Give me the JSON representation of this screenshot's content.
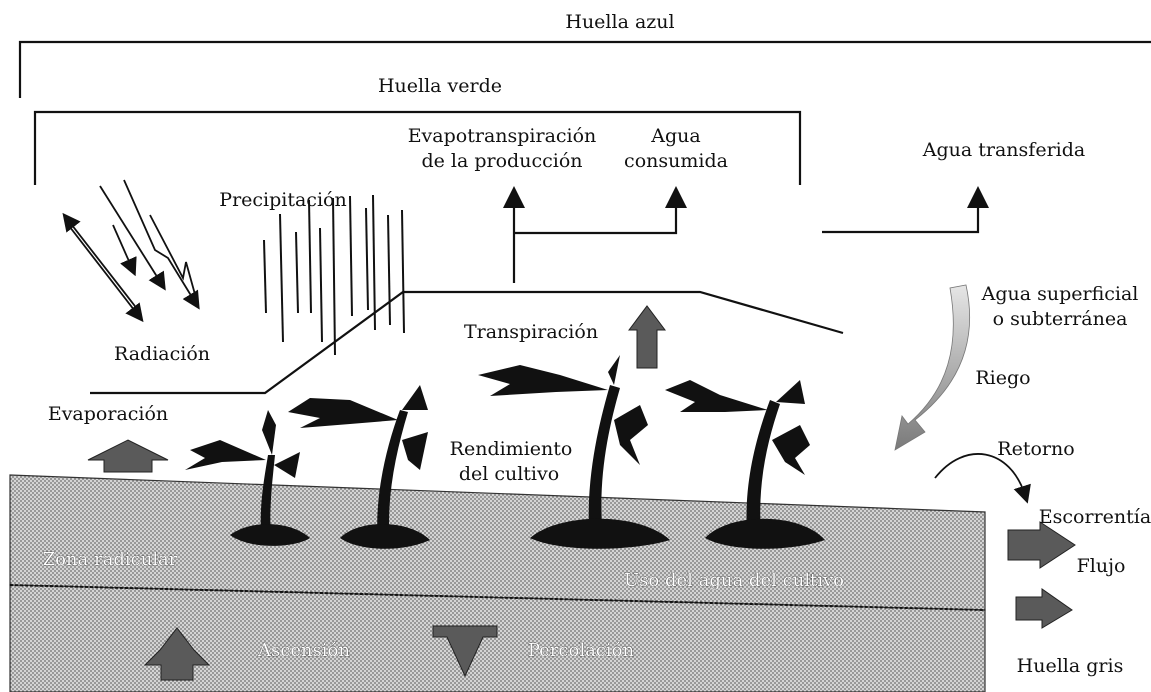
{
  "labels": {
    "huella_azul": "Huella azul",
    "huella_verde": "Huella verde",
    "evapotranspiracion_l1": "Evapotranspiración",
    "evapotranspiracion_l2": "de la producción",
    "agua_consumida_l1": "Agua",
    "agua_consumida_l2": "consumida",
    "agua_transferida": "Agua transferida",
    "precipitacion": "Precipitación",
    "radiacion": "Radiación",
    "transpiracion": "Transpiración",
    "agua_superficial_l1": "Agua superficial",
    "agua_superficial_l2": "o subterránea",
    "riego": "Riego",
    "evaporacion": "Evaporación",
    "rendimiento_l1": "Rendimiento",
    "rendimiento_l2": "del cultivo",
    "retorno": "Retorno",
    "escorrentia": "Escorrentía",
    "flujo": "Flujo",
    "zona_radicular": "Zona radicular",
    "uso_agua": "Uso del agua del cultivo",
    "ascension": "Ascensión",
    "percolacion": "Percolación",
    "huella_gris": "Huella gris"
  },
  "colors": {
    "soil_top": "#c9c9c9",
    "soil_bottom": "#bdbdbd",
    "arrow_fill": "#5a5a5a",
    "plant": "#111111"
  }
}
